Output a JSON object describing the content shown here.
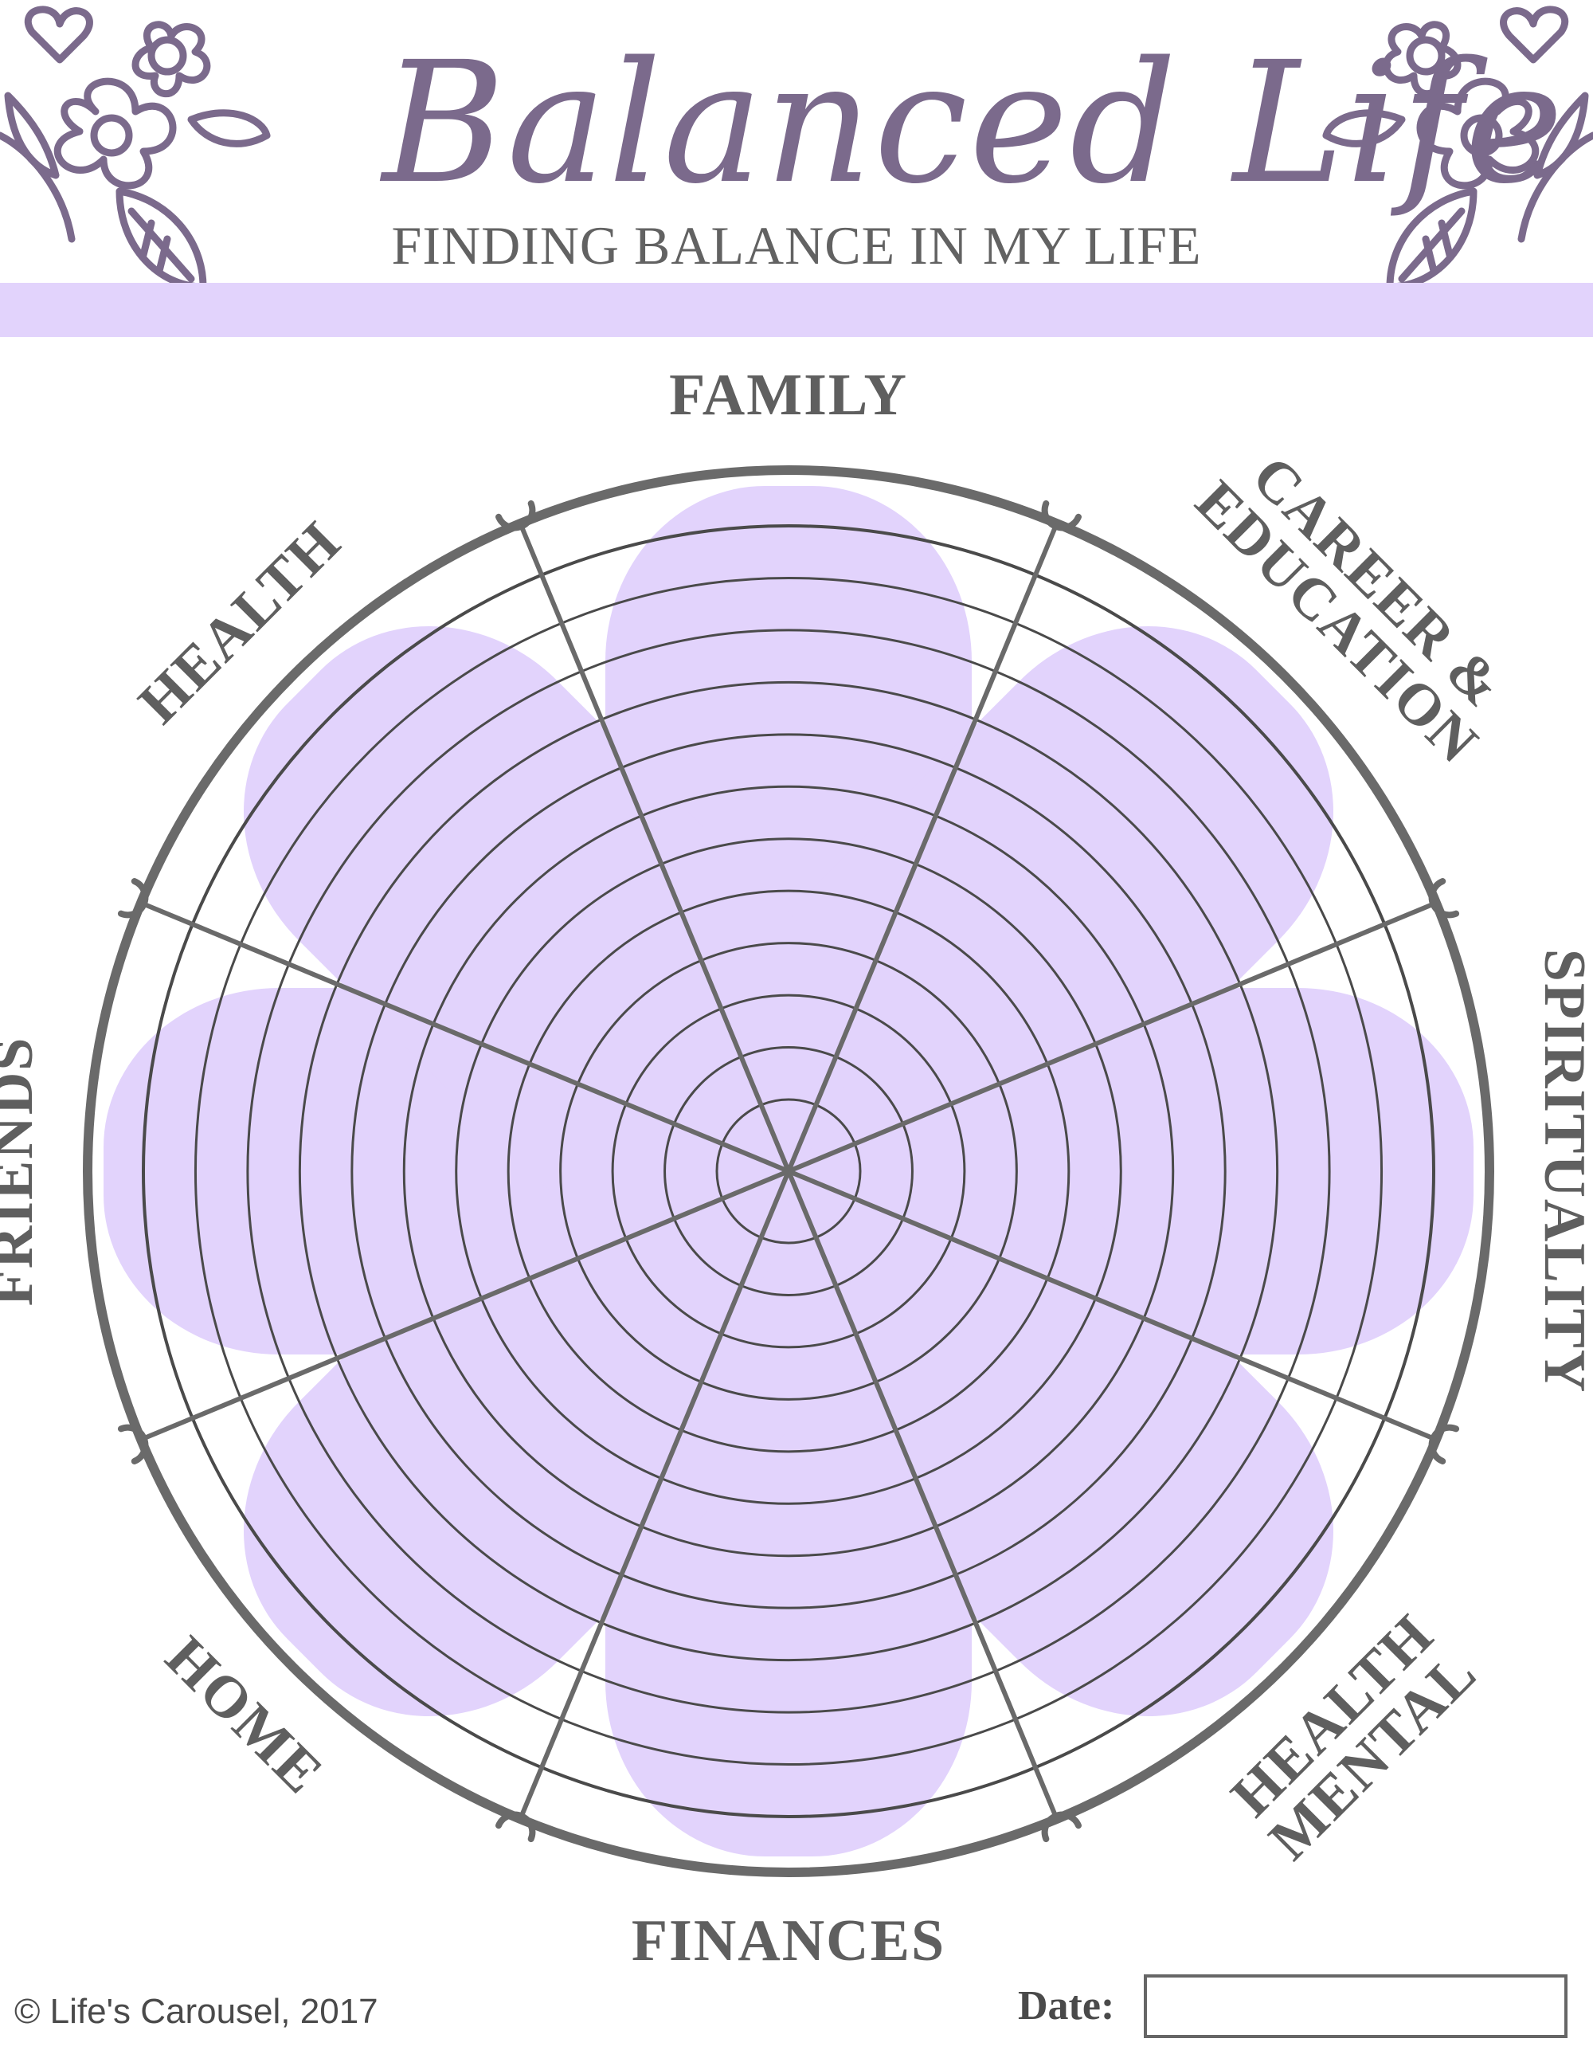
{
  "header": {
    "title": "Balanced Life",
    "subtitle": "FINDING BALANCE IN MY LIFE"
  },
  "wheel": {
    "categories": [
      {
        "label": "FAMILY"
      },
      {
        "label": "CAREER &",
        "label2": "EDUCATION"
      },
      {
        "label": "SPIRITUALITY"
      },
      {
        "label": "MENTAL",
        "label2": "HEALTH"
      },
      {
        "label": "FINANCES"
      },
      {
        "label": "HOME"
      },
      {
        "label": "FRIENDS"
      },
      {
        "label": "HEALTH"
      }
    ],
    "ring_count": 12
  },
  "footer": {
    "copyright": "© Life's Carousel, 2017",
    "date_label": "Date:",
    "date_value": ""
  },
  "colors": {
    "title": "#7b6a8c",
    "band": "#e2d3fc",
    "petal": "#e2d3fc",
    "line": "#6a6a6a",
    "label": "#5f5f5f"
  },
  "icons": [
    "floral-ornament-left-icon",
    "floral-ornament-right-icon"
  ]
}
